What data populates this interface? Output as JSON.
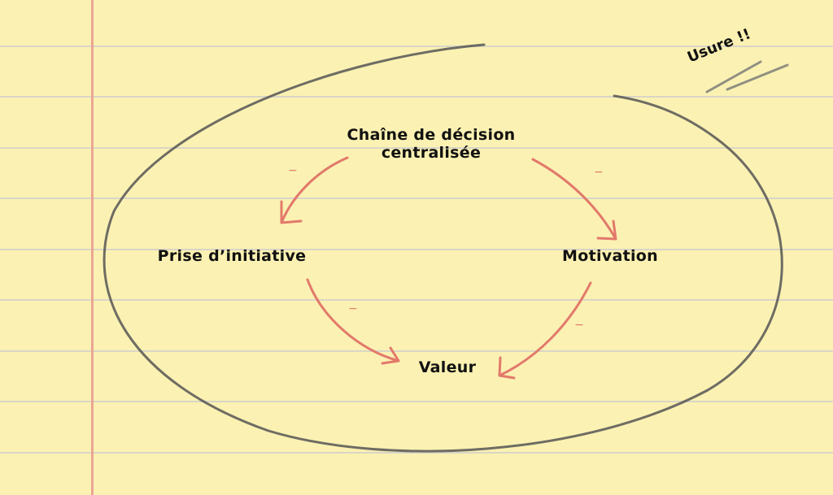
{
  "nodes": {
    "top": "Chaîne de décision centralisée",
    "top_line1": "Chaîne de décision",
    "top_line2": "centralisée",
    "left": "Prise d’initiative",
    "right": "Motivation",
    "bottom": "Valeur"
  },
  "signs": {
    "a": "−",
    "b": "−",
    "c": "−",
    "d": "−"
  },
  "annotation": "Usure !!",
  "colors": {
    "paper": "#fbf1b2",
    "rule": "#d9d6c6",
    "margin": "#eba594",
    "arrow": "#e2796b",
    "loop": "#555555"
  }
}
